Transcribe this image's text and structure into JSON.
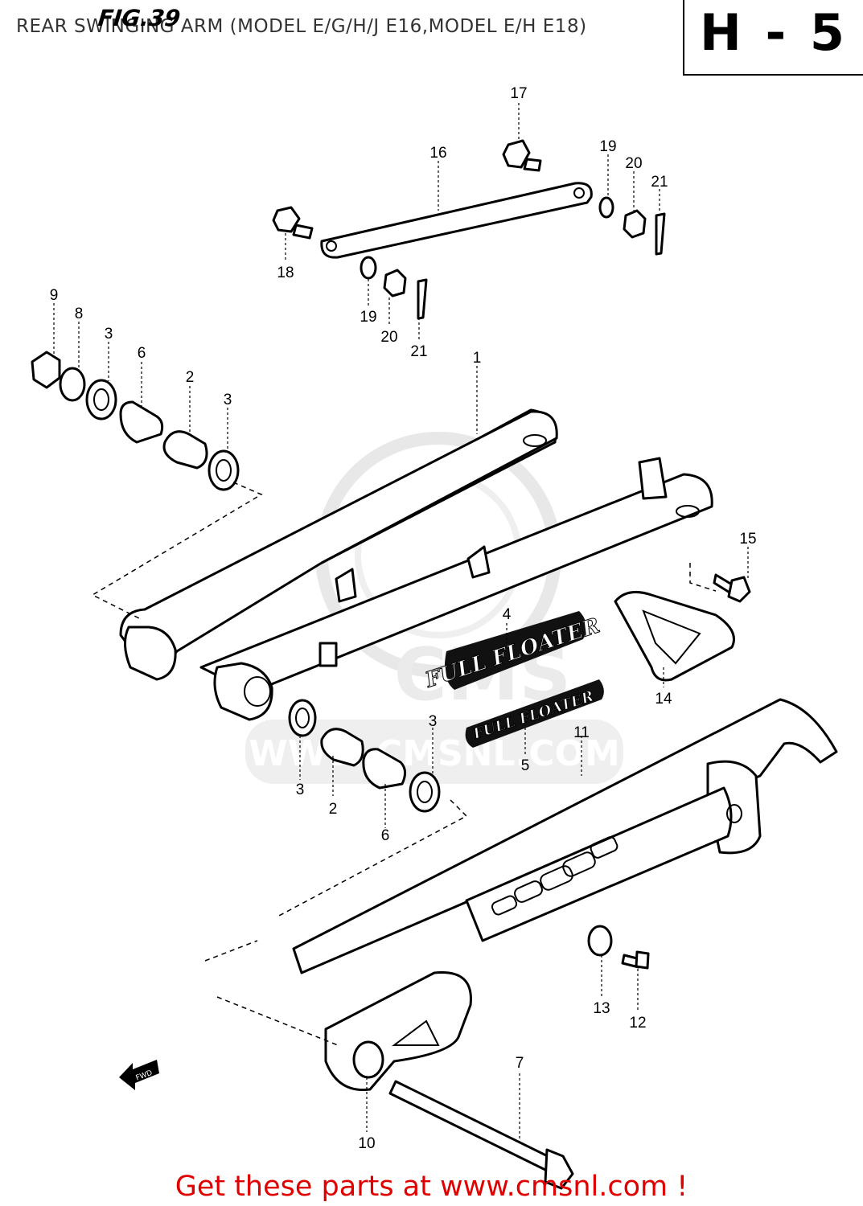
{
  "header": {
    "title": "REAR SWINGING ARM (MODEL E/G/H/J E16,MODEL E/H E18)",
    "fig_label": "FIG.39",
    "section_code": "H - 5"
  },
  "watermark": {
    "text": "WWW.CMSNL.COM",
    "logo_text": "CMS"
  },
  "part_labels": [
    {
      "id": "lbl-1",
      "text": "1"
    },
    {
      "id": "lbl-2a",
      "text": "2"
    },
    {
      "id": "lbl-2b",
      "text": "2"
    },
    {
      "id": "lbl-3a",
      "text": "3"
    },
    {
      "id": "lbl-3b",
      "text": "3"
    },
    {
      "id": "lbl-3c",
      "text": "3"
    },
    {
      "id": "lbl-3d",
      "text": "3"
    },
    {
      "id": "lbl-4",
      "text": "4"
    },
    {
      "id": "lbl-5",
      "text": "5"
    },
    {
      "id": "lbl-6a",
      "text": "6"
    },
    {
      "id": "lbl-6b",
      "text": "6"
    },
    {
      "id": "lbl-7",
      "text": "7"
    },
    {
      "id": "lbl-8",
      "text": "8"
    },
    {
      "id": "lbl-9",
      "text": "9"
    },
    {
      "id": "lbl-10",
      "text": "10"
    },
    {
      "id": "lbl-11",
      "text": "11"
    },
    {
      "id": "lbl-12",
      "text": "12"
    },
    {
      "id": "lbl-13",
      "text": "13"
    },
    {
      "id": "lbl-14",
      "text": "14"
    },
    {
      "id": "lbl-15",
      "text": "15"
    },
    {
      "id": "lbl-16",
      "text": "16"
    },
    {
      "id": "lbl-17",
      "text": "17"
    },
    {
      "id": "lbl-18",
      "text": "18"
    },
    {
      "id": "lbl-19a",
      "text": "19"
    },
    {
      "id": "lbl-19b",
      "text": "19"
    },
    {
      "id": "lbl-20a",
      "text": "20"
    },
    {
      "id": "lbl-20b",
      "text": "20"
    },
    {
      "id": "lbl-21a",
      "text": "21"
    },
    {
      "id": "lbl-21b",
      "text": "21"
    }
  ],
  "decals": {
    "large": "FULL FLOATER",
    "small": "FULL FLOATER"
  },
  "direction_marker": "FWD",
  "footer": {
    "cta": "Get these parts at www.cmsnl.com !"
  },
  "colors": {
    "footer_text": "#e00000",
    "line_art": "#000000",
    "watermark": "#d9d9d9"
  }
}
